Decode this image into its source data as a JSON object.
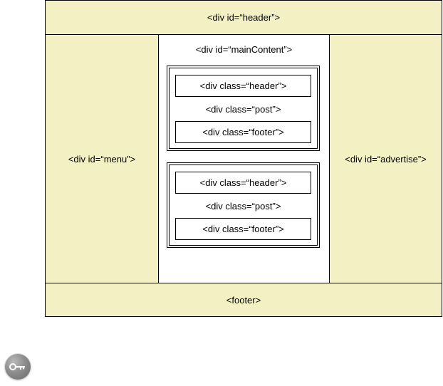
{
  "layout": {
    "header_label": "<div id=“header”>",
    "menu_label": "<div id=“menu”>",
    "main_label": "<div id=“mainContent”>",
    "advertise_label": "<div id=“advertise”>",
    "footer_label": "<footer>"
  },
  "posts": [
    {
      "header_label": "<div class=“header”>",
      "post_label": "<div class=“post”>",
      "footer_label": "<div class=“footer”>"
    },
    {
      "header_label": "<div class=“header”>",
      "post_label": "<div class=“post”>",
      "footer_label": "<div class=“footer”>"
    }
  ],
  "colors": {
    "region_fill": "#f3f1c4",
    "main_fill": "#ffffff",
    "border": "#000000",
    "badge": "#8d8d8d"
  },
  "icons": {
    "badge": "key-icon"
  }
}
